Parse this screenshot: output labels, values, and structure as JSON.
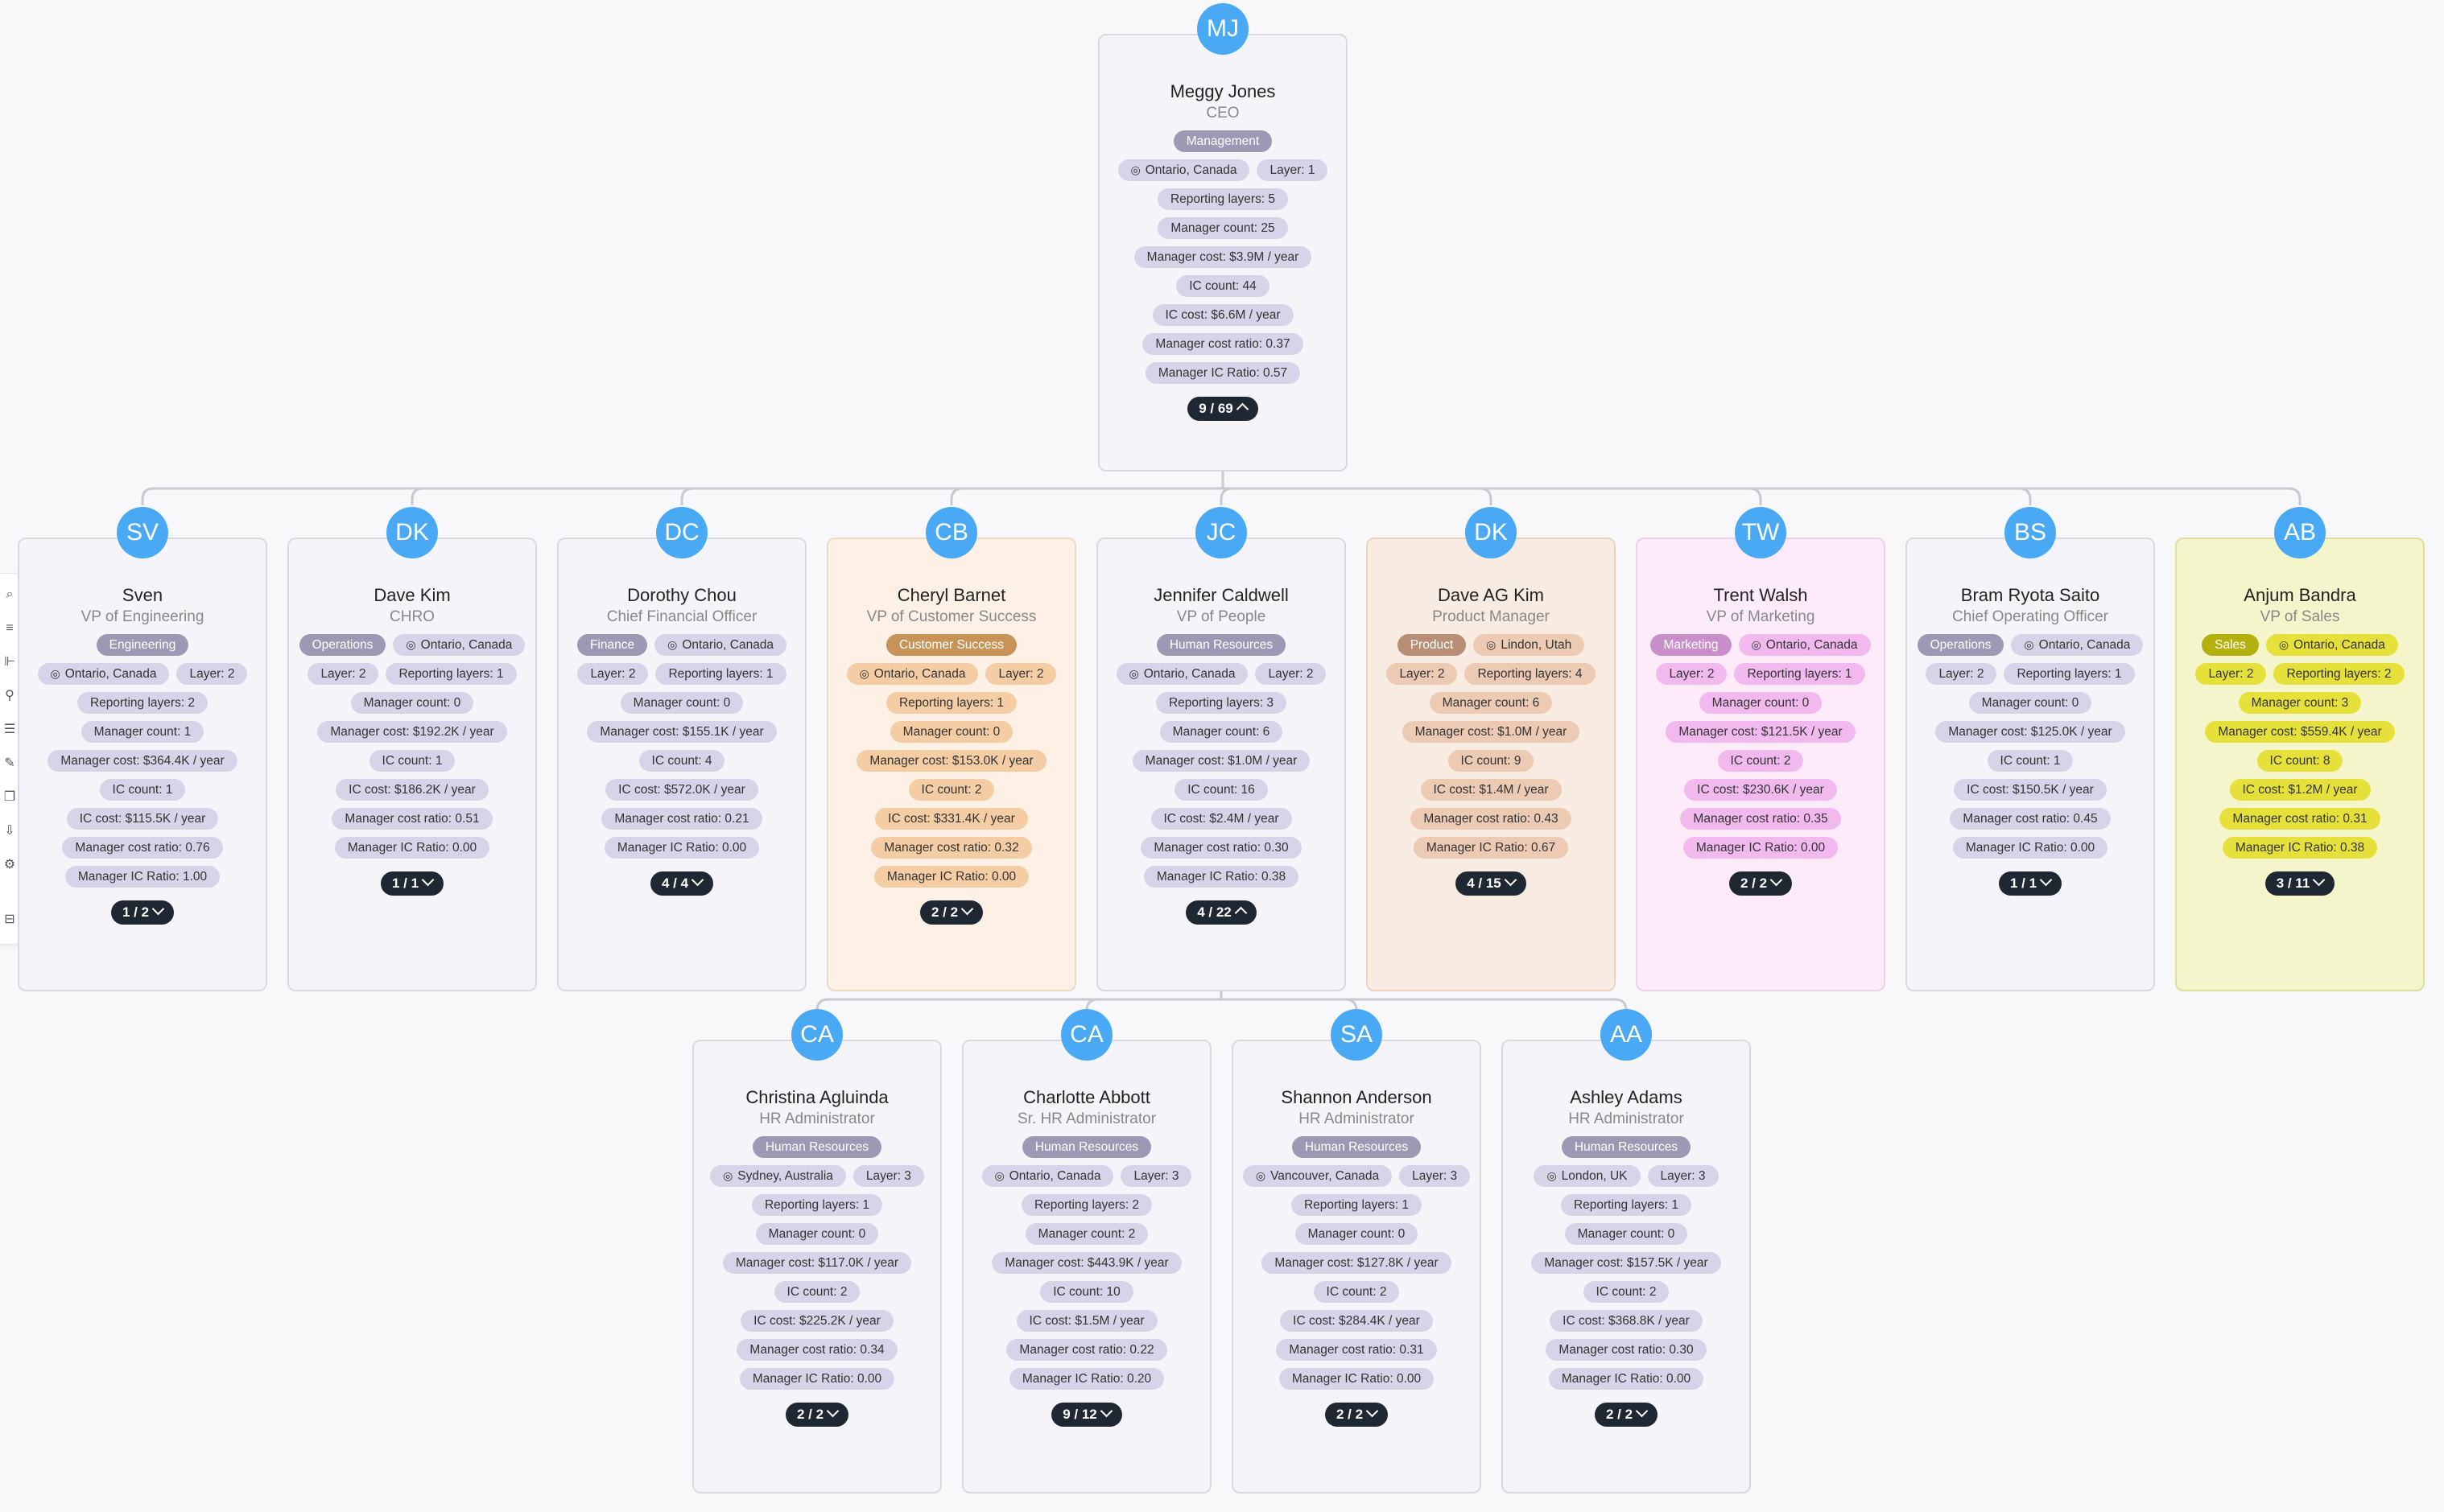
{
  "people": [
    {
      "key": "mj",
      "initials": "MJ",
      "name": "Meggy Jones",
      "title": "CEO",
      "theme": "default",
      "chips": [
        {
          "type": "dept",
          "text": "Management"
        },
        {
          "type": "loc",
          "text": "Ontario, Canada"
        },
        {
          "type": "stat",
          "text": "Layer: 1"
        },
        {
          "type": "stat",
          "text": "Reporting layers: 5"
        },
        {
          "type": "stat",
          "text": "Manager count: 25"
        },
        {
          "type": "stat",
          "text": "Manager cost: $3.9M / year"
        },
        {
          "type": "stat",
          "text": "IC count: 44"
        },
        {
          "type": "stat",
          "text": "IC cost: $6.6M / year"
        },
        {
          "type": "stat",
          "text": "Manager cost ratio: 0.37"
        },
        {
          "type": "stat",
          "text": "Manager IC Ratio: 0.57"
        }
      ],
      "toggle": "9 / 69",
      "expanded": true
    },
    {
      "key": "sv",
      "initials": "SV",
      "name": "Sven",
      "title": "VP of Engineering",
      "theme": "default",
      "chips": [
        {
          "type": "dept",
          "text": "Engineering"
        },
        {
          "type": "loc",
          "text": "Ontario, Canada"
        },
        {
          "type": "stat",
          "text": "Layer: 2"
        },
        {
          "type": "stat",
          "text": "Reporting layers: 2"
        },
        {
          "type": "stat",
          "text": "Manager count: 1"
        },
        {
          "type": "stat",
          "text": "Manager cost: $364.4K / year"
        },
        {
          "type": "stat",
          "text": "IC count: 1"
        },
        {
          "type": "stat",
          "text": "IC cost: $115.5K / year"
        },
        {
          "type": "stat",
          "text": "Manager cost ratio: 0.76"
        },
        {
          "type": "stat",
          "text": "Manager IC Ratio: 1.00"
        }
      ],
      "toggle": "1 / 2",
      "expanded": false
    },
    {
      "key": "dk1",
      "initials": "DK",
      "name": "Dave Kim",
      "title": "CHRO",
      "theme": "default",
      "chips": [
        {
          "type": "dept",
          "text": "Operations"
        },
        {
          "type": "loc",
          "text": "Ontario, Canada"
        },
        {
          "type": "stat",
          "text": "Layer: 2"
        },
        {
          "type": "stat",
          "text": "Reporting layers: 1"
        },
        {
          "type": "stat",
          "text": "Manager count: 0"
        },
        {
          "type": "stat",
          "text": "Manager cost: $192.2K / year"
        },
        {
          "type": "stat",
          "text": "IC count: 1"
        },
        {
          "type": "stat",
          "text": "IC cost: $186.2K / year"
        },
        {
          "type": "stat",
          "text": "Manager cost ratio: 0.51"
        },
        {
          "type": "stat",
          "text": "Manager IC Ratio: 0.00"
        }
      ],
      "toggle": "1 / 1",
      "expanded": false
    },
    {
      "key": "dc",
      "initials": "DC",
      "name": "Dorothy Chou",
      "title": "Chief Financial Officer",
      "theme": "default",
      "chips": [
        {
          "type": "dept",
          "text": "Finance"
        },
        {
          "type": "loc",
          "text": "Ontario, Canada"
        },
        {
          "type": "stat",
          "text": "Layer: 2"
        },
        {
          "type": "stat",
          "text": "Reporting layers: 1"
        },
        {
          "type": "stat",
          "text": "Manager count: 0"
        },
        {
          "type": "stat",
          "text": "Manager cost: $155.1K / year"
        },
        {
          "type": "stat",
          "text": "IC count: 4"
        },
        {
          "type": "stat",
          "text": "IC cost: $572.0K / year"
        },
        {
          "type": "stat",
          "text": "Manager cost ratio: 0.21"
        },
        {
          "type": "stat",
          "text": "Manager IC Ratio: 0.00"
        }
      ],
      "toggle": "4 / 4",
      "expanded": false
    },
    {
      "key": "cb",
      "initials": "CB",
      "name": "Cheryl Barnet",
      "title": "VP of Customer Success",
      "theme": "cs",
      "chips": [
        {
          "type": "dept",
          "text": "Customer Success"
        },
        {
          "type": "loc",
          "text": "Ontario, Canada"
        },
        {
          "type": "stat",
          "text": "Layer: 2"
        },
        {
          "type": "stat",
          "text": "Reporting layers: 1"
        },
        {
          "type": "stat",
          "text": "Manager count: 0"
        },
        {
          "type": "stat",
          "text": "Manager cost: $153.0K / year"
        },
        {
          "type": "stat",
          "text": "IC count: 2"
        },
        {
          "type": "stat",
          "text": "IC cost: $331.4K / year"
        },
        {
          "type": "stat",
          "text": "Manager cost ratio: 0.32"
        },
        {
          "type": "stat",
          "text": "Manager IC Ratio: 0.00"
        }
      ],
      "toggle": "2 / 2",
      "expanded": false
    },
    {
      "key": "jc",
      "initials": "JC",
      "name": "Jennifer Caldwell",
      "title": "VP of People",
      "theme": "default",
      "chips": [
        {
          "type": "dept",
          "text": "Human Resources"
        },
        {
          "type": "loc",
          "text": "Ontario, Canada"
        },
        {
          "type": "stat",
          "text": "Layer: 2"
        },
        {
          "type": "stat",
          "text": "Reporting layers: 3"
        },
        {
          "type": "stat",
          "text": "Manager count: 6"
        },
        {
          "type": "stat",
          "text": "Manager cost: $1.0M / year"
        },
        {
          "type": "stat",
          "text": "IC count: 16"
        },
        {
          "type": "stat",
          "text": "IC cost: $2.4M / year"
        },
        {
          "type": "stat",
          "text": "Manager cost ratio: 0.30"
        },
        {
          "type": "stat",
          "text": "Manager IC Ratio: 0.38"
        }
      ],
      "toggle": "4 / 22",
      "expanded": true
    },
    {
      "key": "dk2",
      "initials": "DK",
      "name": "Dave AG Kim",
      "title": "Product Manager",
      "theme": "product",
      "chips": [
        {
          "type": "dept",
          "text": "Product"
        },
        {
          "type": "loc",
          "text": "Lindon, Utah"
        },
        {
          "type": "stat",
          "text": "Layer: 2"
        },
        {
          "type": "stat",
          "text": "Reporting layers: 4"
        },
        {
          "type": "stat",
          "text": "Manager count: 6"
        },
        {
          "type": "stat",
          "text": "Manager cost: $1.0M / year"
        },
        {
          "type": "stat",
          "text": "IC count: 9"
        },
        {
          "type": "stat",
          "text": "IC cost: $1.4M / year"
        },
        {
          "type": "stat",
          "text": "Manager cost ratio: 0.43"
        },
        {
          "type": "stat",
          "text": "Manager IC Ratio: 0.67"
        }
      ],
      "toggle": "4 / 15",
      "expanded": false
    },
    {
      "key": "tw",
      "initials": "TW",
      "name": "Trent Walsh",
      "title": "VP of Marketing",
      "theme": "marketing",
      "chips": [
        {
          "type": "dept",
          "text": "Marketing"
        },
        {
          "type": "loc",
          "text": "Ontario, Canada"
        },
        {
          "type": "stat",
          "text": "Layer: 2"
        },
        {
          "type": "stat",
          "text": "Reporting layers: 1"
        },
        {
          "type": "stat",
          "text": "Manager count: 0"
        },
        {
          "type": "stat",
          "text": "Manager cost: $121.5K / year"
        },
        {
          "type": "stat",
          "text": "IC count: 2"
        },
        {
          "type": "stat",
          "text": "IC cost: $230.6K / year"
        },
        {
          "type": "stat",
          "text": "Manager cost ratio: 0.35"
        },
        {
          "type": "stat",
          "text": "Manager IC Ratio: 0.00"
        }
      ],
      "toggle": "2 / 2",
      "expanded": false
    },
    {
      "key": "bs",
      "initials": "BS",
      "name": "Bram Ryota Saito",
      "title": "Chief Operating Officer",
      "theme": "default",
      "chips": [
        {
          "type": "dept",
          "text": "Operations"
        },
        {
          "type": "loc",
          "text": "Ontario, Canada"
        },
        {
          "type": "stat",
          "text": "Layer: 2"
        },
        {
          "type": "stat",
          "text": "Reporting layers: 1"
        },
        {
          "type": "stat",
          "text": "Manager count: 0"
        },
        {
          "type": "stat",
          "text": "Manager cost: $125.0K / year"
        },
        {
          "type": "stat",
          "text": "IC count: 1"
        },
        {
          "type": "stat",
          "text": "IC cost: $150.5K / year"
        },
        {
          "type": "stat",
          "text": "Manager cost ratio: 0.45"
        },
        {
          "type": "stat",
          "text": "Manager IC Ratio: 0.00"
        }
      ],
      "toggle": "1 / 1",
      "expanded": false
    },
    {
      "key": "ab",
      "initials": "AB",
      "name": "Anjum Bandra",
      "title": "VP of Sales",
      "theme": "sales",
      "chips": [
        {
          "type": "dept",
          "text": "Sales"
        },
        {
          "type": "loc",
          "text": "Ontario, Canada"
        },
        {
          "type": "stat",
          "text": "Layer: 2"
        },
        {
          "type": "stat",
          "text": "Reporting layers: 2"
        },
        {
          "type": "stat",
          "text": "Manager count: 3"
        },
        {
          "type": "stat",
          "text": "Manager cost: $559.4K / year"
        },
        {
          "type": "stat",
          "text": "IC count: 8"
        },
        {
          "type": "stat",
          "text": "IC cost: $1.2M / year"
        },
        {
          "type": "stat",
          "text": "Manager cost ratio: 0.31"
        },
        {
          "type": "stat",
          "text": "Manager IC Ratio: 0.38"
        }
      ],
      "toggle": "3 / 11",
      "expanded": false
    },
    {
      "key": "ca1",
      "initials": "CA",
      "name": "Christina Agluinda",
      "title": "HR Administrator",
      "theme": "default",
      "chips": [
        {
          "type": "dept",
          "text": "Human Resources"
        },
        {
          "type": "loc",
          "text": "Sydney, Australia"
        },
        {
          "type": "stat",
          "text": "Layer: 3"
        },
        {
          "type": "stat",
          "text": "Reporting layers: 1"
        },
        {
          "type": "stat",
          "text": "Manager count: 0"
        },
        {
          "type": "stat",
          "text": "Manager cost: $117.0K / year"
        },
        {
          "type": "stat",
          "text": "IC count: 2"
        },
        {
          "type": "stat",
          "text": "IC cost: $225.2K / year"
        },
        {
          "type": "stat",
          "text": "Manager cost ratio: 0.34"
        },
        {
          "type": "stat",
          "text": "Manager IC Ratio: 0.00"
        }
      ],
      "toggle": "2 / 2",
      "expanded": false
    },
    {
      "key": "ca2",
      "initials": "CA",
      "name": "Charlotte Abbott",
      "title": "Sr. HR Administrator",
      "theme": "default",
      "chips": [
        {
          "type": "dept",
          "text": "Human Resources"
        },
        {
          "type": "loc",
          "text": "Ontario, Canada"
        },
        {
          "type": "stat",
          "text": "Layer: 3"
        },
        {
          "type": "stat",
          "text": "Reporting layers: 2"
        },
        {
          "type": "stat",
          "text": "Manager count: 2"
        },
        {
          "type": "stat",
          "text": "Manager cost: $443.9K / year"
        },
        {
          "type": "stat",
          "text": "IC count: 10"
        },
        {
          "type": "stat",
          "text": "IC cost: $1.5M / year"
        },
        {
          "type": "stat",
          "text": "Manager cost ratio: 0.22"
        },
        {
          "type": "stat",
          "text": "Manager IC Ratio: 0.20"
        }
      ],
      "toggle": "9 / 12",
      "expanded": false
    },
    {
      "key": "sa",
      "initials": "SA",
      "name": "Shannon Anderson",
      "title": "HR Administrator",
      "theme": "default",
      "chips": [
        {
          "type": "dept",
          "text": "Human Resources"
        },
        {
          "type": "loc",
          "text": "Vancouver, Canada"
        },
        {
          "type": "stat",
          "text": "Layer: 3"
        },
        {
          "type": "stat",
          "text": "Reporting layers: 1"
        },
        {
          "type": "stat",
          "text": "Manager count: 0"
        },
        {
          "type": "stat",
          "text": "Manager cost: $127.8K / year"
        },
        {
          "type": "stat",
          "text": "IC count: 2"
        },
        {
          "type": "stat",
          "text": "IC cost: $284.4K / year"
        },
        {
          "type": "stat",
          "text": "Manager cost ratio: 0.31"
        },
        {
          "type": "stat",
          "text": "Manager IC Ratio: 0.00"
        }
      ],
      "toggle": "2 / 2",
      "expanded": false
    },
    {
      "key": "aa",
      "initials": "AA",
      "name": "Ashley Adams",
      "title": "HR Administrator",
      "theme": "default",
      "chips": [
        {
          "type": "dept",
          "text": "Human Resources"
        },
        {
          "type": "loc",
          "text": "London, UK"
        },
        {
          "type": "stat",
          "text": "Layer: 3"
        },
        {
          "type": "stat",
          "text": "Reporting layers: 1"
        },
        {
          "type": "stat",
          "text": "Manager count: 0"
        },
        {
          "type": "stat",
          "text": "Manager cost: $157.5K / year"
        },
        {
          "type": "stat",
          "text": "IC count: 2"
        },
        {
          "type": "stat",
          "text": "IC cost: $368.8K / year"
        },
        {
          "type": "stat",
          "text": "Manager cost ratio: 0.30"
        },
        {
          "type": "stat",
          "text": "Manager IC Ratio: 0.00"
        }
      ],
      "toggle": "2 / 2",
      "expanded": false
    }
  ],
  "tree": {
    "root": "mj",
    "children": {
      "mj": [
        "sv",
        "dk1",
        "dc",
        "cb",
        "jc",
        "dk2",
        "tw",
        "bs",
        "ab"
      ],
      "jc": [
        "ca1",
        "ca2",
        "sa",
        "aa"
      ]
    }
  },
  "toolbar": {
    "icons": [
      "search-icon",
      "align-icon",
      "tree-icon",
      "link-icon",
      "list-icon",
      "palette-icon",
      "book-icon",
      "export-icon",
      "settings-icon",
      "collapse-icon"
    ]
  }
}
